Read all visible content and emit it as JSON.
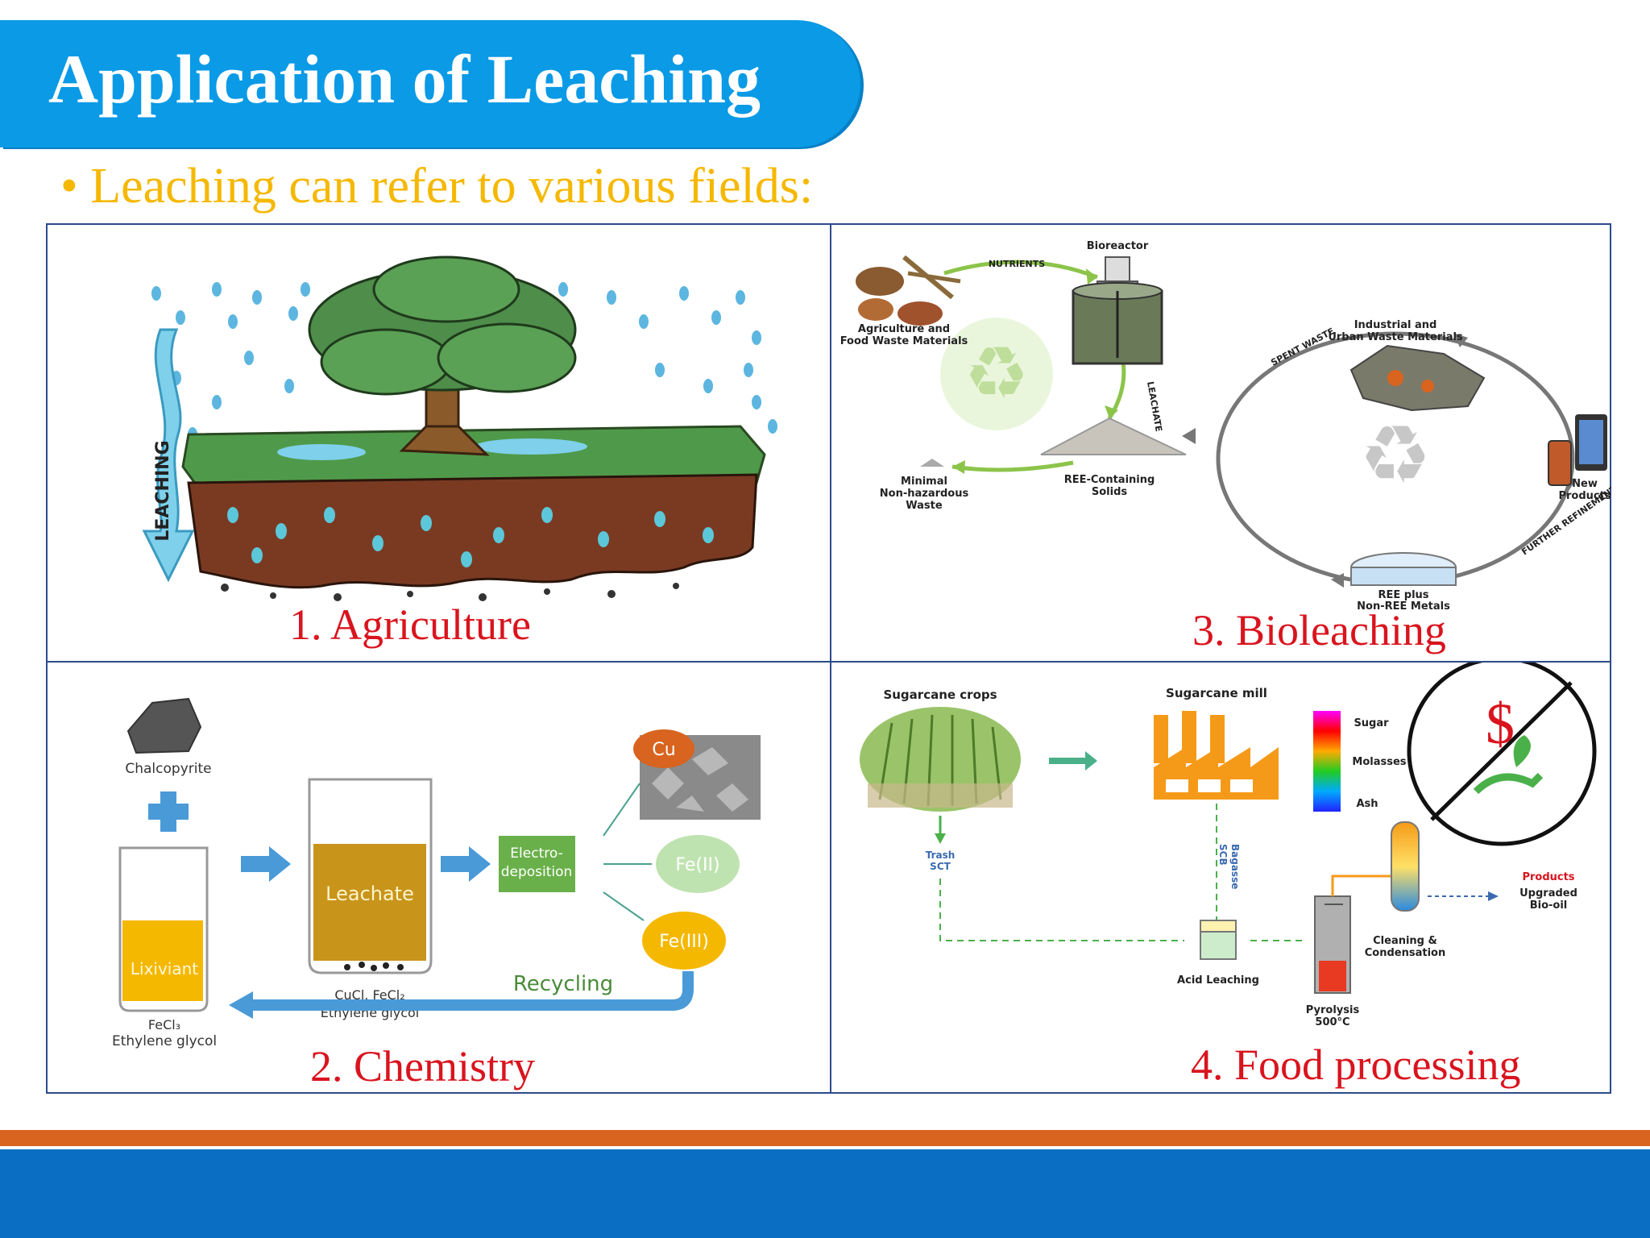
{
  "slide": {
    "title": "Application of Leaching",
    "bullet": "• Leaching can refer to various fields:"
  },
  "panels": {
    "agriculture": {
      "caption": "1. Agriculture",
      "arrow_label": "LEACHING"
    },
    "bioleaching": {
      "caption": "3. Bioleaching",
      "labels": {
        "bioreactor": "Bioreactor",
        "agri_food_1": "Agriculture and",
        "agri_food_2": "Food Waste Materials",
        "industrial_1": "Industrial and",
        "industrial_2": "Urban Waste Materials",
        "minimal_1": "Minimal",
        "minimal_2": "Non-hazardous",
        "minimal_3": "Waste",
        "ree_solids_1": "REE-Containing",
        "ree_solids_2": "Solids",
        "new_products_1": "New",
        "new_products_2": "Products",
        "ree_metals_1": "REE plus",
        "ree_metals_2": "Non-REE Metals",
        "nutrients": "NUTRIENTS",
        "leachate": "LEACHATE",
        "spent_waste": "SPENT WASTE",
        "further": "FURTHER REFINEMENT"
      }
    },
    "chemistry": {
      "caption": "2. Chemistry",
      "labels": {
        "chalcopyrite": "Chalcopyrite",
        "lixiviant": "Lixiviant",
        "fecl3_line1": "FeCl₃",
        "fecl3_line2": "Ethylene glycol",
        "leachate": "Leachate",
        "cucl_line1": "CuCl, FeCl₂",
        "cucl_line2": "Ethylene glycol",
        "electro_1": "Electro-",
        "electro_2": "deposition",
        "cu": "Cu",
        "fe2": "Fe(II)",
        "fe3": "Fe(III)",
        "recycling": "Recycling"
      }
    },
    "food": {
      "caption": "4. Food processing",
      "labels": {
        "sugarcane_crops": "Sugarcane crops",
        "sugarcane_mill": "Sugarcane mill",
        "sugar": "Sugar",
        "molasses": "Molasses",
        "ash": "Ash",
        "trash_1": "Trash",
        "trash_2": "SCT",
        "bagasse_1": "Bagasse",
        "bagasse_2": "SCB",
        "acid_leaching": "Acid Leaching",
        "pyrolysis_1": "Pyrolysis",
        "pyrolysis_2": "500°C",
        "cleaning_1": "Cleaning &",
        "cleaning_2": "Condensation",
        "products": "Products",
        "upgraded_1": "Upgraded",
        "upgraded_2": "Bio-oil",
        "dollar": "$"
      }
    }
  },
  "colors": {
    "title_bar": "#0a9ae6",
    "bullet_text": "#f5b800",
    "caption_red": "#d9141e",
    "grid_border": "#2b4b8c",
    "footer_orange": "#d8641f",
    "footer_blue": "#0a6fc2"
  }
}
